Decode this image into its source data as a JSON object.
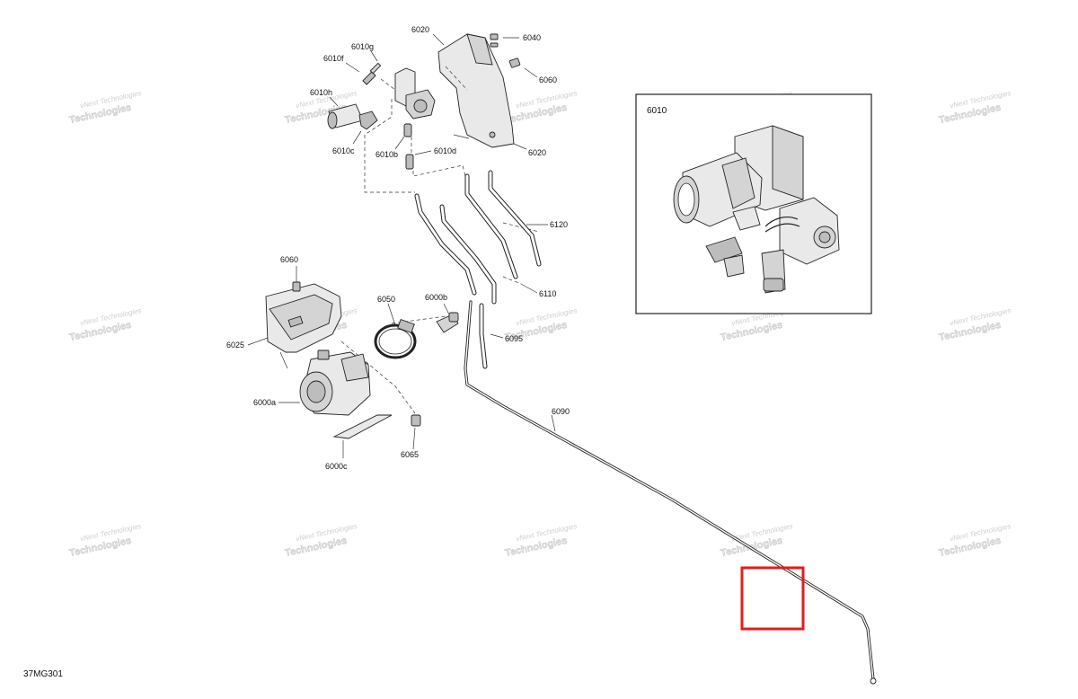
{
  "diagram_id": "37MG301",
  "watermark": {
    "line1": "vNext Technologies",
    "line2": "Technologies"
  },
  "inset": {
    "label": "6010"
  },
  "callouts": {
    "c6020a": "6020",
    "c6040": "6040",
    "c6010g": "6010g",
    "c6010f": "6010f",
    "c6060a": "6060",
    "c6010h": "6010h",
    "c6020b": "6020",
    "c6010c": "6010c",
    "c6010b": "6010b",
    "c6010d": "6010d",
    "c6120": "6120",
    "c6060b": "6060",
    "c6050": "6050",
    "c6000b": "6000b",
    "c6110": "6110",
    "c6025": "6025",
    "c6095": "6095",
    "c6000a": "6000a",
    "c6090": "6090",
    "c6065": "6065",
    "c6000c": "6000c"
  },
  "colors": {
    "highlight": "#e01e1e",
    "line": "#222222",
    "watermark": "#c9c9c9"
  }
}
